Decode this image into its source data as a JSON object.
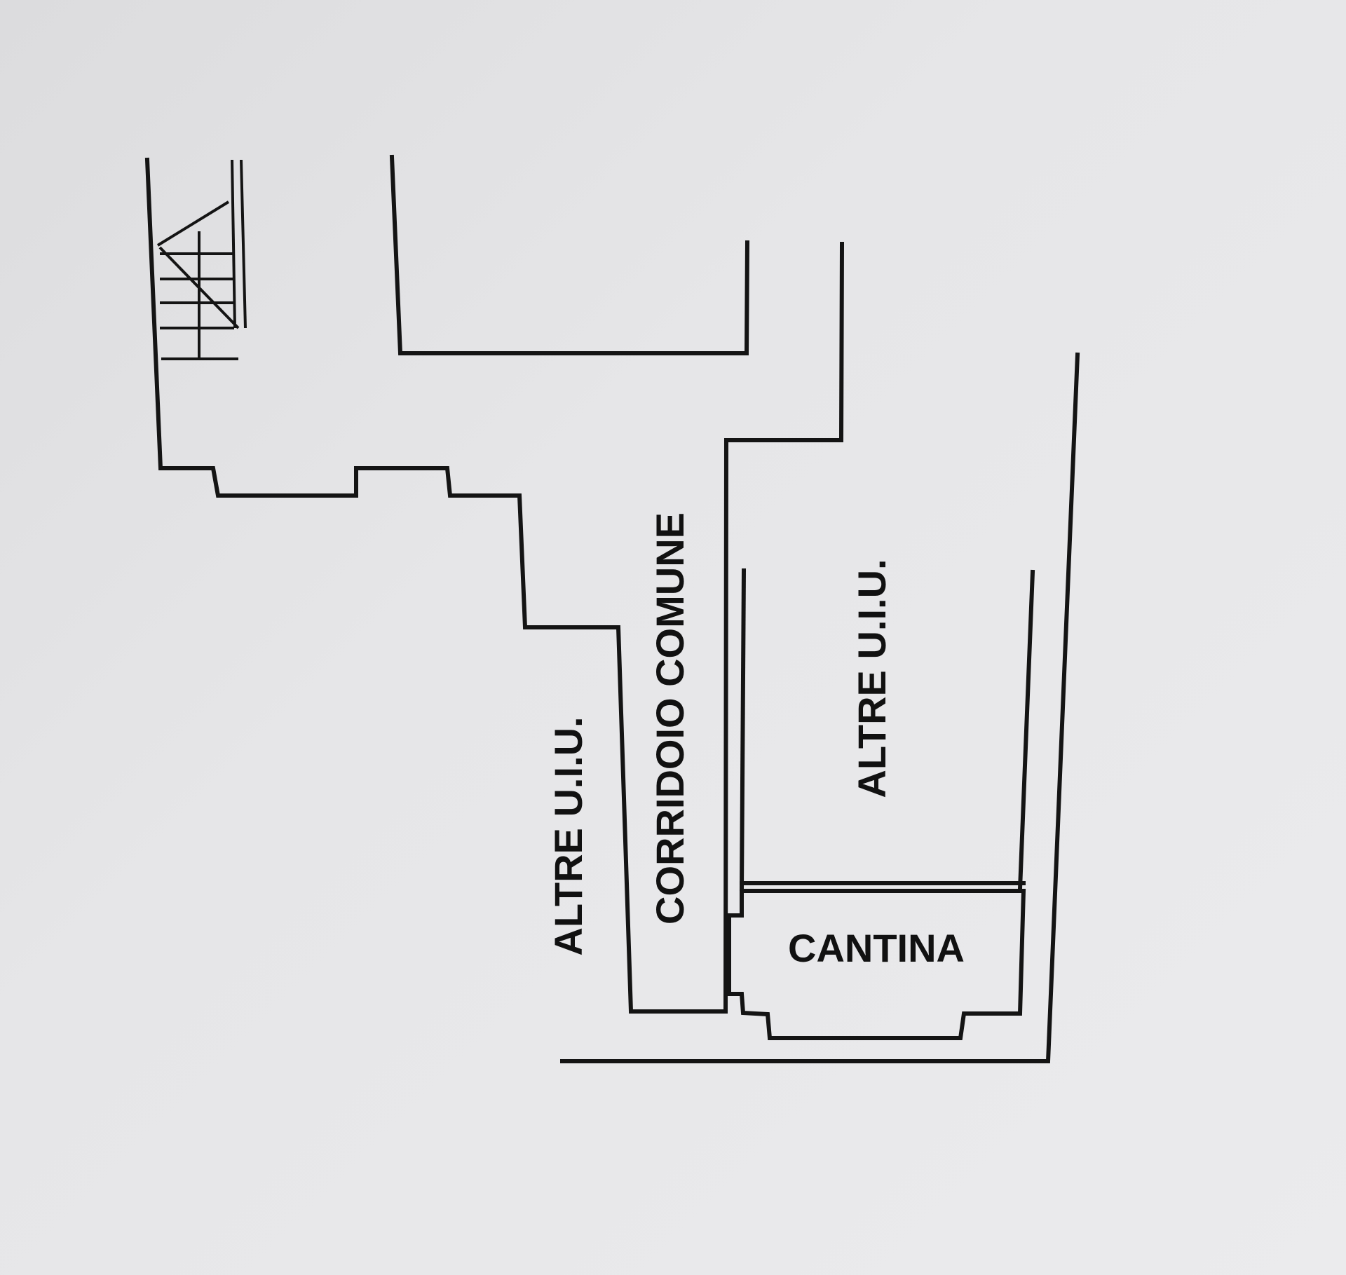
{
  "labels": {
    "corridor": "CORRIDOIO COMUNE",
    "other_units_left": "ALTRE U.I.U.",
    "other_units_right": "ALTRE U.I.U.",
    "cellar": "CANTINA"
  },
  "colors": {
    "background": "#e4e4e6",
    "ink": "#141414"
  }
}
